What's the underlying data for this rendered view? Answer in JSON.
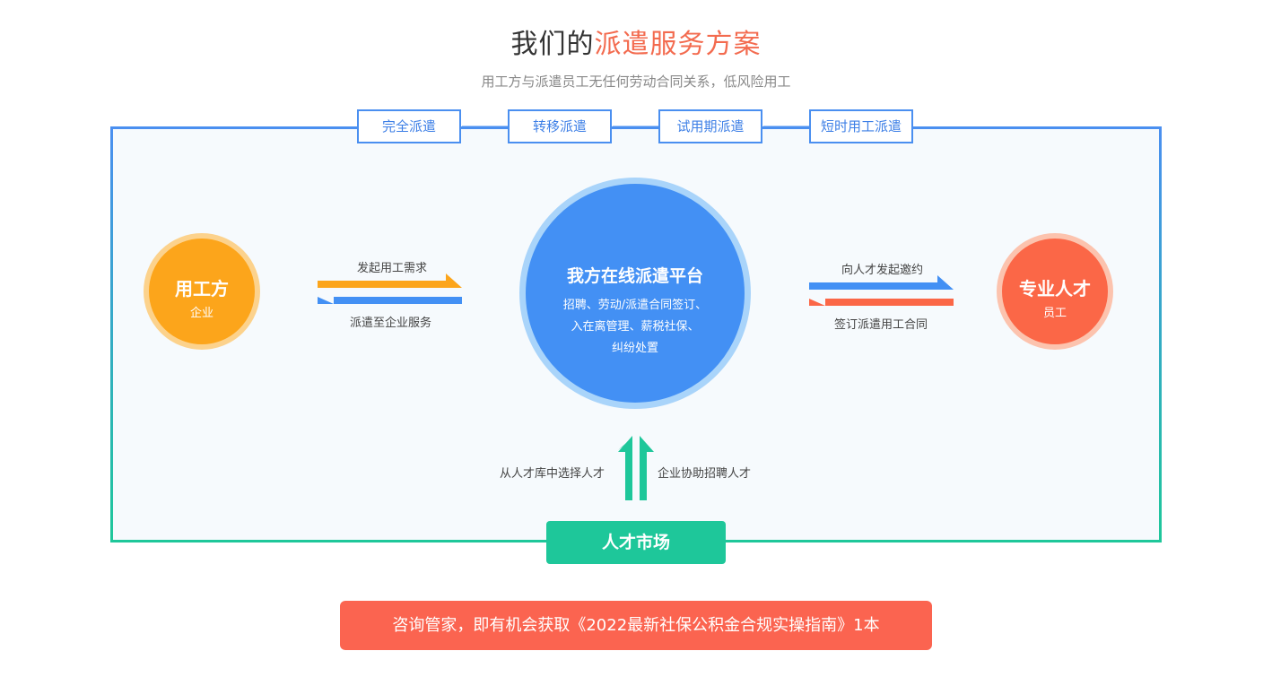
{
  "header": {
    "title_prefix": "我们的",
    "title_highlight": "派遣服务方案",
    "subtitle": "用工方与派遣员工无任何劳动合同关系，低风险用工"
  },
  "modes": [
    "完全派遣",
    "转移派遣",
    "试用期派遣",
    "短时用工派遣"
  ],
  "employer": {
    "title": "用工方",
    "subtitle": "企业"
  },
  "platform": {
    "title": "我方在线派遣平台",
    "lines": [
      "招聘、劳动/派遣合同签订、",
      "入在离管理、薪税社保、",
      "纠纷处置"
    ]
  },
  "talent": {
    "title": "专业人才",
    "subtitle": "员工"
  },
  "left_flow": {
    "top_label": "发起用工需求",
    "bottom_label": "派遣至企业服务"
  },
  "right_flow": {
    "top_label": "向人才发起邀约",
    "bottom_label": "签订派遣用工合同"
  },
  "bottom_flow": {
    "left_label": "从人才库中选择人才",
    "right_label": "企业协助招聘人才"
  },
  "market": {
    "title": "人才市场"
  },
  "cta": {
    "text": "咨询管家，即有机会获取《2022最新社保公积金合规实操指南》1本"
  },
  "colors": {
    "blue": "#4390f4",
    "orange": "#fca51b",
    "red": "#fb6747",
    "green": "#1ec79a",
    "title_highlight": "#f36b4f"
  }
}
